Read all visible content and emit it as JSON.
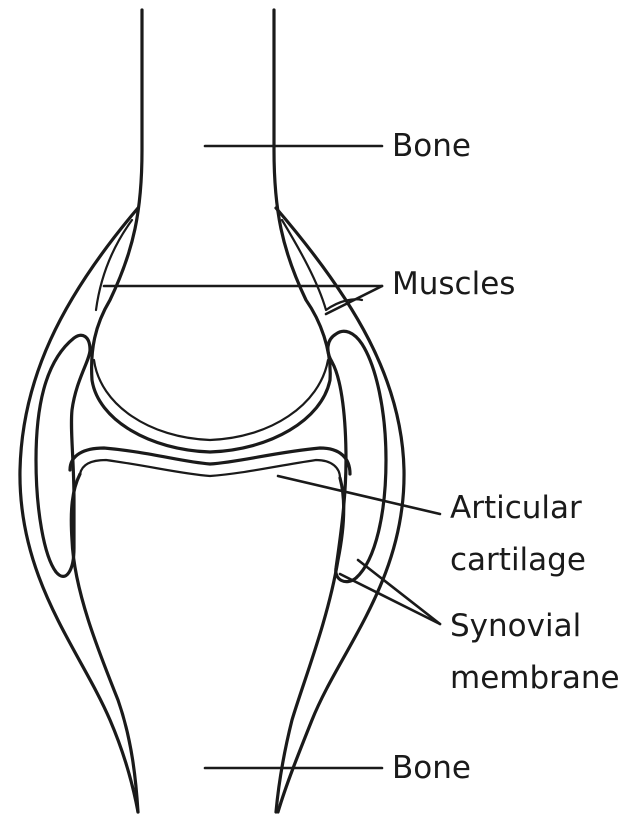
{
  "labels": {
    "bone_top": "Bone",
    "muscles": "Muscles",
    "articular_cartilage": [
      "Articular",
      "cartilage"
    ],
    "synovial_membrane": [
      "Synovial",
      "membrane"
    ],
    "bone_bottom": "Bone"
  },
  "colors": {
    "ink": "#1a1a1a",
    "background": "#ffffff"
  }
}
